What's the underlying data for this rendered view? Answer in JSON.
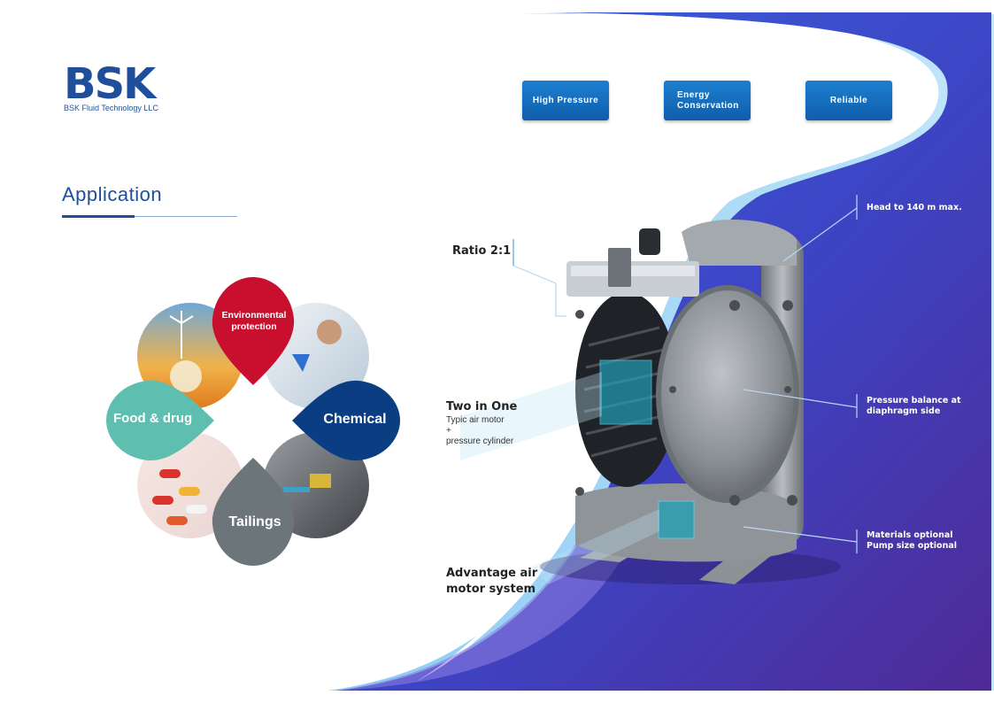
{
  "brand": {
    "logo_text": "BSK",
    "company": "BSK Fluid Technology LLC"
  },
  "features": [
    "High Pressure",
    "Energy Conservation",
    "Reliable"
  ],
  "section_title": "Application",
  "applications": {
    "environmental": "Environmental protection",
    "chemical": "Chemical",
    "food": "Food & drug",
    "tailings": "Tailings"
  },
  "callouts": {
    "ratio": "Ratio 2:1",
    "two_in_one_title": "Two in One",
    "two_in_one_line1": "Typic air motor",
    "two_in_one_line2": "+",
    "two_in_one_line3": "pressure cylinder",
    "advantage_line1": "Advantage air",
    "advantage_line2": "motor system",
    "head": "Head to 140 m max.",
    "pressure_line1": "Pressure balance at",
    "pressure_line2": "diaphragm side",
    "materials_line1": "Materials optional",
    "materials_line2": "Pump size optional"
  },
  "colors": {
    "brand_blue": "#1f4f9a",
    "button_blue": "#1070c0",
    "env_red": "#c8102e",
    "chemical_navy": "#0a3d82",
    "food_teal": "#5ebfb0",
    "tailings_gray": "#6b757a",
    "bg_purple": "#4a2f9e",
    "bg_blue": "#3f5fd8"
  }
}
